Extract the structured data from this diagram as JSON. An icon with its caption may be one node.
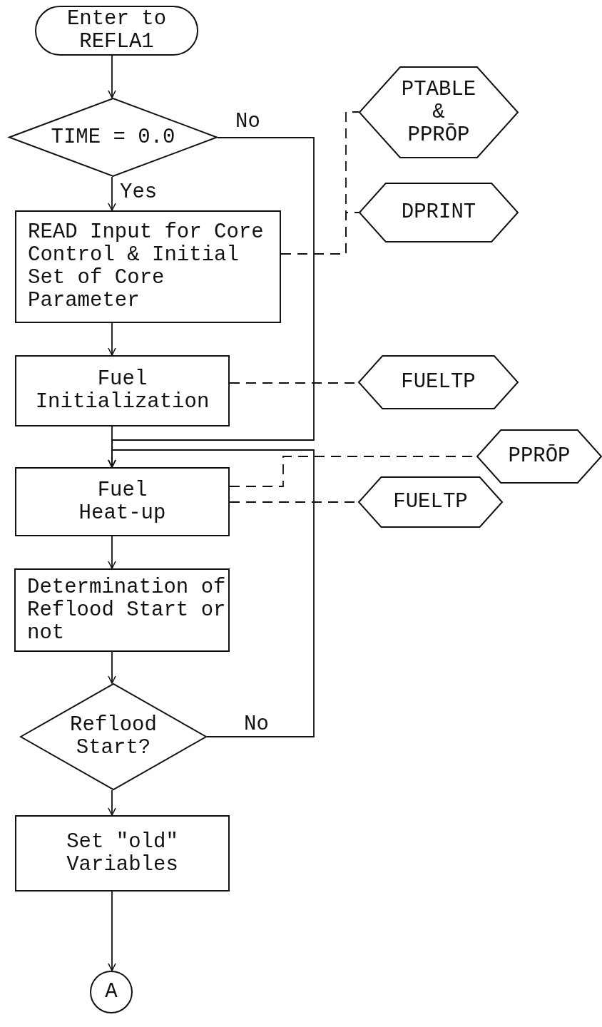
{
  "diagram": {
    "nodes": [
      {
        "text": [
          "Enter to REFLA1"
        ]
      },
      {
        "text": [
          "TIME = 0.0"
        ]
      },
      {
        "text": [
          "PTABLE & PPRŌP"
        ]
      },
      {
        "text": [
          "DPRINT"
        ]
      },
      {
        "text": [
          "READ Input for Core Control & Initial Set of Core Parameter"
        ]
      },
      {
        "text": [
          "Fuel Initialization"
        ]
      },
      {
        "text": [
          "FUELTP"
        ]
      },
      {
        "text": [
          "PPRŌP"
        ]
      },
      {
        "text": [
          "Fuel Heat-up"
        ]
      },
      {
        "text": [
          "FUELTP"
        ]
      },
      {
        "text": [
          "Determination of Reflood Start or not"
        ]
      },
      {
        "text": [
          "Reflood Start?"
        ]
      },
      {
        "text": [
          "Set \"old\" Variables"
        ]
      },
      {
        "text": [
          "A"
        ]
      }
    ],
    "edges": [
      {
        "from": 0,
        "to": 1,
        "arrow": "to"
      },
      {
        "from": 1,
        "to": 4,
        "arrow": "to",
        "label": "Yes"
      },
      {
        "from": 1,
        "to": 8,
        "arrow": "to",
        "label": "No"
      },
      {
        "from": 4,
        "to": 2,
        "arrow": "none",
        "style": "dashed"
      },
      {
        "from": 4,
        "to": 3,
        "arrow": "none",
        "style": "dashed"
      },
      {
        "from": 4,
        "to": 5,
        "arrow": "to"
      },
      {
        "from": 5,
        "to": 8,
        "arrow": "to"
      },
      {
        "from": 5,
        "to": 6,
        "arrow": "none",
        "style": "dashed"
      },
      {
        "from": 11,
        "to": 8,
        "arrow": "to",
        "label": "No"
      },
      {
        "from": 8,
        "to": 7,
        "arrow": "none",
        "style": "dashed"
      },
      {
        "from": 8,
        "to": 9,
        "arrow": "none",
        "style": "dashed"
      },
      {
        "from": 8,
        "to": 10,
        "arrow": "to"
      },
      {
        "from": 10,
        "to": 11,
        "arrow": "to"
      },
      {
        "from": 11,
        "to": 12,
        "arrow": "to"
      },
      {
        "from": 12,
        "to": 13,
        "arrow": "to"
      }
    ]
  }
}
